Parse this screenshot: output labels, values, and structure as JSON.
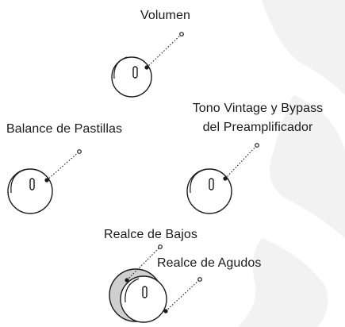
{
  "labels": {
    "volume": "Volumen",
    "pickup_balance": "Balance de Pastillas",
    "vintage_tone_line1": "Tono Vintage y Bypass",
    "vintage_tone_line2": "del Preamplificador",
    "bass_boost": "Realce de Bajos",
    "treble_boost": "Realce de Agudos"
  },
  "colors": {
    "stroke": "#1a1a1a",
    "background_watermark": "#f2f2f2",
    "rear_knob_fill": "#cfcfcf"
  }
}
